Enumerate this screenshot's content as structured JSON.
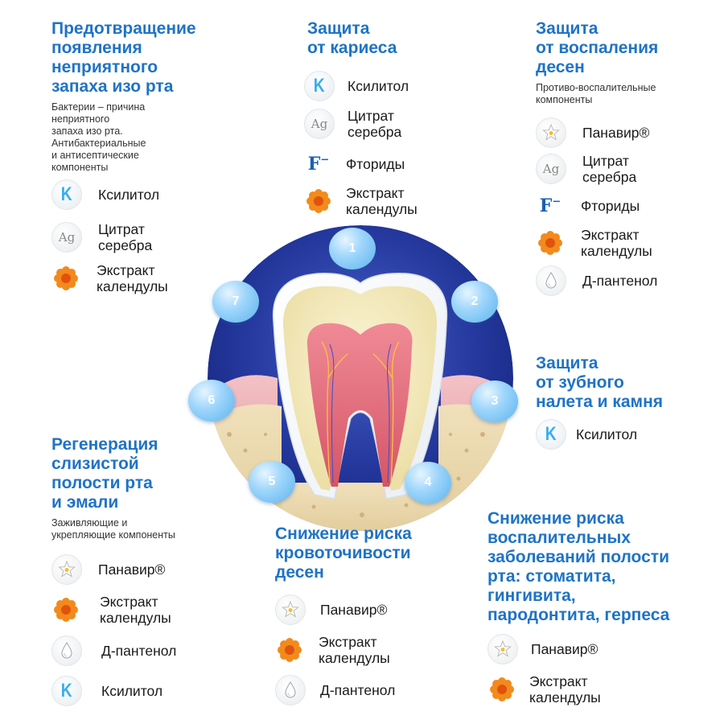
{
  "center_numbers": [
    "1",
    "2",
    "3",
    "4",
    "5",
    "6",
    "7"
  ],
  "colors": {
    "title": "#1f73c6",
    "dark_blue": "#1a2f86",
    "bubble": "#6cc0f2",
    "gum": "#e8a0a8",
    "bone": "#e8d6ac"
  },
  "sections": {
    "odor": {
      "title": "Предотвращение\nпоявления\nнеприятного\nзапаха изо рта",
      "subtitle": "Бактерии – причина\nнеприятного\nзапаха изо рта.\nАнтибактериальные\nи антисептические\nкомпоненты",
      "items": [
        {
          "icon": "xylitol-icon",
          "label": "Ксилитол"
        },
        {
          "icon": "silver-citrate-icon",
          "label": "Цитрат\nсеребра"
        },
        {
          "icon": "calendula-icon",
          "label": "Экстракт\nкалендулы"
        }
      ]
    },
    "caries": {
      "title": "Защита\nот кариеса",
      "items": [
        {
          "icon": "xylitol-icon",
          "label": "Ксилитол"
        },
        {
          "icon": "silver-citrate-icon",
          "label": "Цитрат\nсеребра"
        },
        {
          "icon": "fluoride-icon",
          "label": "Фториды"
        },
        {
          "icon": "calendula-icon",
          "label": "Экстракт\nкалендулы"
        }
      ]
    },
    "gums": {
      "title": "Защита\nот воспаления\nдесен",
      "subtitle": "Противо-воспалительные\nкомпоненты",
      "items": [
        {
          "icon": "panavir-icon",
          "label": "Панавир®"
        },
        {
          "icon": "silver-citrate-icon",
          "label": "Цитрат\nсеребра"
        },
        {
          "icon": "fluoride-icon",
          "label": "Фториды"
        },
        {
          "icon": "calendula-icon",
          "label": "Экстракт\nкалендулы"
        },
        {
          "icon": "d-panthenol-icon",
          "label": "Д-пантенол"
        }
      ]
    },
    "plaque": {
      "title": "Защита\nот зубного\nналета и камня",
      "items": [
        {
          "icon": "xylitol-icon",
          "label": "Ксилитол"
        }
      ]
    },
    "regeneration": {
      "title": "Регенерация\nслизистой\nполости рта\nи эмали",
      "subtitle": "Заживляющие и\nукрепляющие компоненты",
      "items": [
        {
          "icon": "panavir-icon",
          "label": "Панавир®"
        },
        {
          "icon": "calendula-icon",
          "label": "Экстракт\nкалендулы"
        },
        {
          "icon": "d-panthenol-icon",
          "label": "Д-пантенол"
        },
        {
          "icon": "xylitol-icon",
          "label": "Ксилитол"
        }
      ]
    },
    "bleeding": {
      "title": "Снижение риска\nкровоточивости\nдесен",
      "items": [
        {
          "icon": "panavir-icon",
          "label": "Панавир®"
        },
        {
          "icon": "calendula-icon",
          "label": "Экстракт\nкалендулы"
        },
        {
          "icon": "d-panthenol-icon",
          "label": "Д-пантенол"
        }
      ]
    },
    "inflammation": {
      "title": "Снижение риска\nвоспалительных\nзаболеваний полости\nрта: стоматита,\nгингивита,\nпародонтита, герпеса",
      "items": [
        {
          "icon": "panavir-icon",
          "label": "Панавир®"
        },
        {
          "icon": "calendula-icon",
          "label": "Экстракт\nкалендулы"
        }
      ]
    }
  }
}
